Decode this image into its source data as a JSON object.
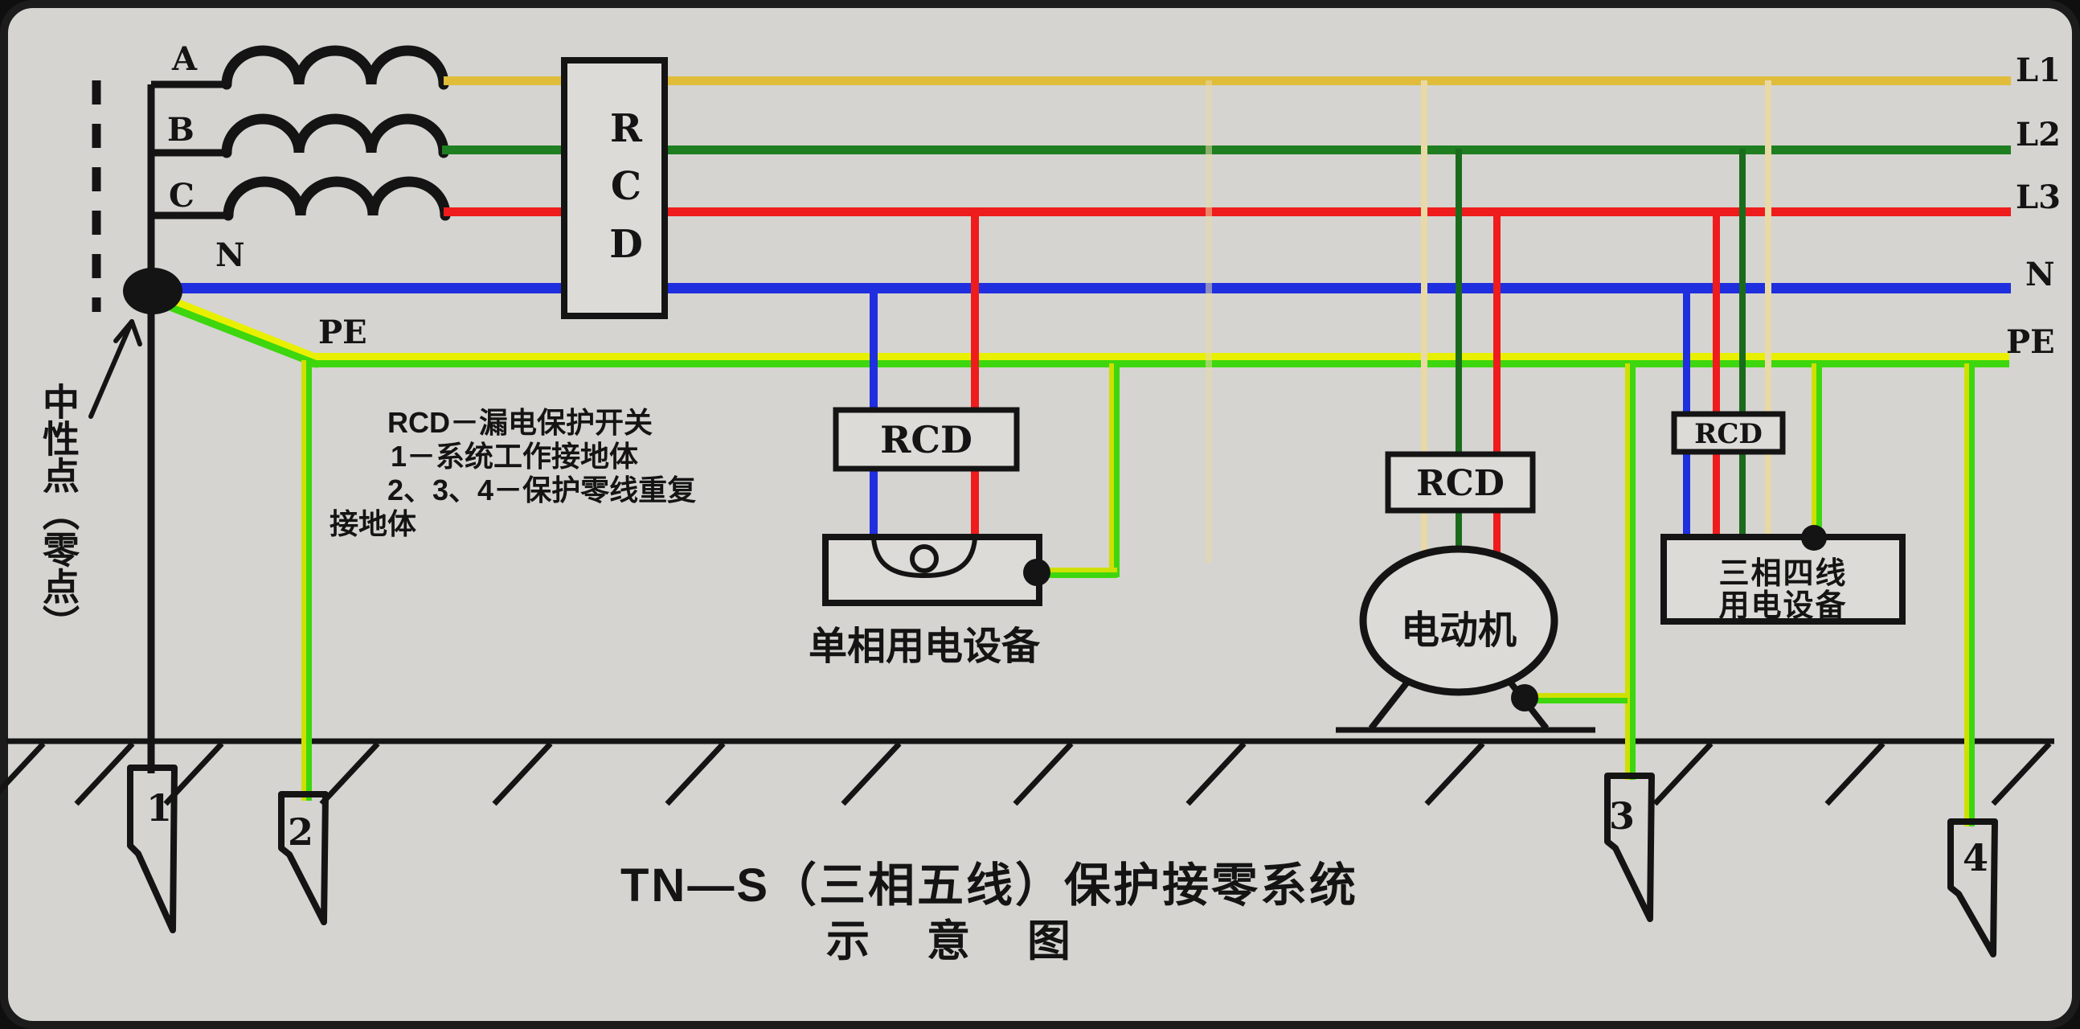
{
  "diagram": {
    "title_line1": "TN—S（三相五线）保护接零系统",
    "title_line2": "示 意 图",
    "neutral_point_label": "中性点（零点）",
    "phase_labels": {
      "a": "A",
      "b": "B",
      "c": "C",
      "n": "N",
      "pe": "PE"
    },
    "line_labels": {
      "l1": "L1",
      "l2": "L2",
      "l3": "L3",
      "n": "N",
      "pe": "PE"
    },
    "rcd_labels": {
      "main": "RCD",
      "single_phase": "RCD",
      "motor": "RCD",
      "three_phase": "RCD"
    },
    "legend": {
      "line1": "RCD－漏电保护开关",
      "line2": "1－系统工作接地体",
      "line3": "2、3、4－保护零线重复",
      "line4": "接地体"
    },
    "equipment": {
      "single_phase": "单相用电设备",
      "motor": "电动机",
      "three_phase_line1": "三相四线",
      "three_phase_line2": "用电设备"
    },
    "electrodes": {
      "e1": "1",
      "e2": "2",
      "e3": "3",
      "e4": "4"
    },
    "colors": {
      "l1_yellow": "#e0bc3a",
      "l2_green": "#1e7e20",
      "l3_red": "#ee1c1c",
      "n_blue": "#1f2ede",
      "pe_yellow": "#e8f000",
      "pe_green": "#3ed60e",
      "background": "#d5d4d0",
      "ink": "#141414"
    }
  }
}
